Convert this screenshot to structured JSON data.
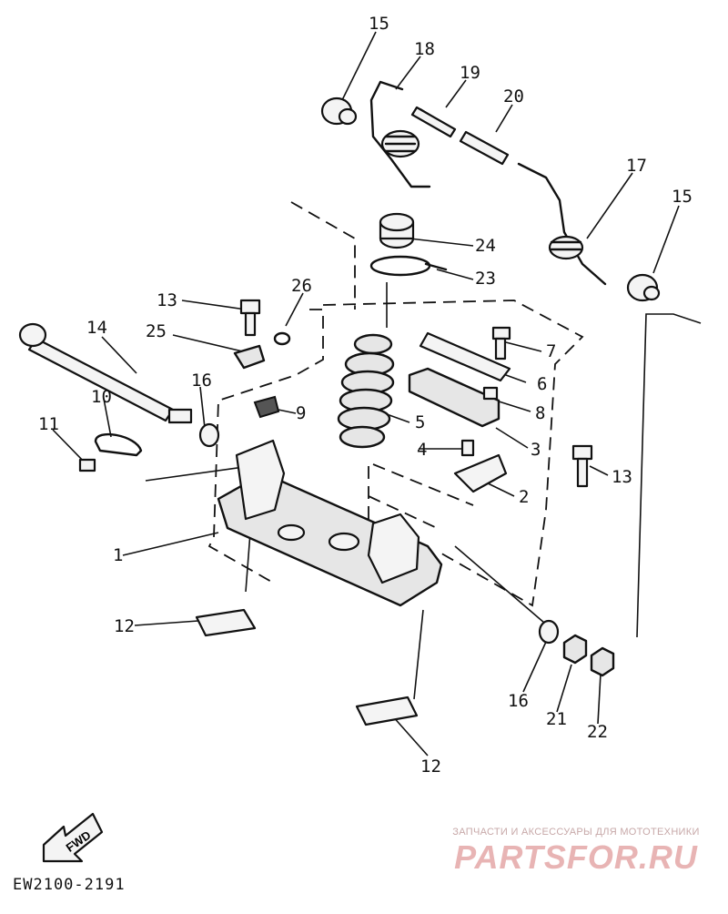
{
  "callouts": {
    "c1": "1",
    "c2": "2",
    "c3": "3",
    "c4": "4",
    "c5": "5",
    "c6": "6",
    "c7": "7",
    "c8": "8",
    "c9": "9",
    "c10": "10",
    "c11": "11",
    "c12a": "12",
    "c12b": "12",
    "c13a": "13",
    "c13b": "13",
    "c14": "14",
    "c15a": "15",
    "c15b": "15",
    "c16a": "16",
    "c16b": "16",
    "c17": "17",
    "c18": "18",
    "c19": "19",
    "c20": "20",
    "c21": "21",
    "c22": "22",
    "c23": "23",
    "c24": "24",
    "c25": "25",
    "c26": "26"
  },
  "fwd_label": "FWD",
  "reference_code": "EW2100-2191",
  "watermark": {
    "tagline": "ЗАПЧАСТИ И АКСЕССУАРЫ ДЛЯ МОТОТЕХНИКИ",
    "logo": "PARTSFOR.RU"
  },
  "colors": {
    "ink": "#111111",
    "watermark": "#e8b4b4"
  }
}
